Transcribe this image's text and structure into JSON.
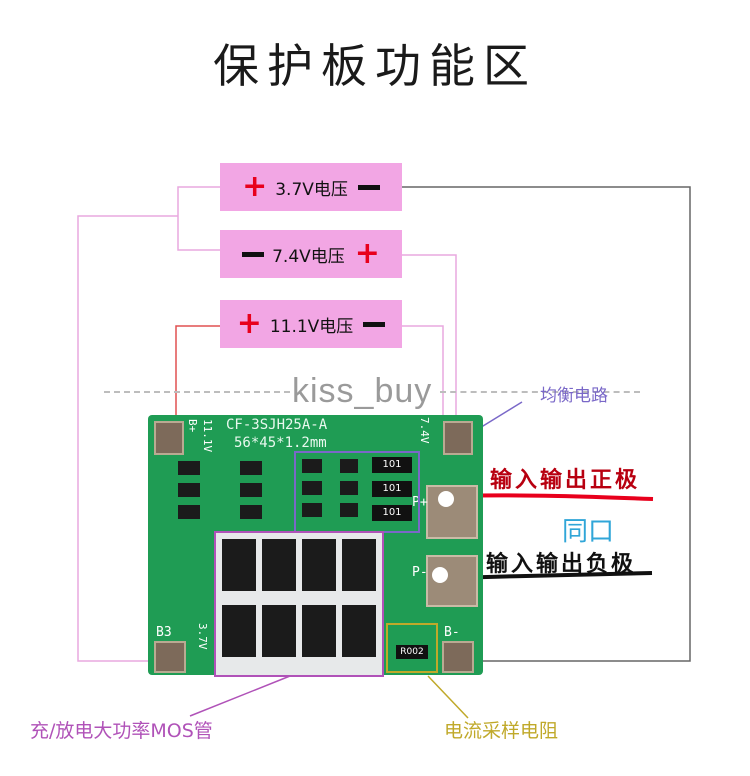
{
  "title": "保护板功能区",
  "voltage_boxes": [
    {
      "left_sign": "+",
      "text": "3.7V电压",
      "right_sign": "−"
    },
    {
      "left_sign": "−",
      "text": "7.4V电压",
      "right_sign": "+"
    },
    {
      "left_sign": "+",
      "text": "11.1V电压",
      "right_sign": "−"
    }
  ],
  "watermark": "kiss_buy",
  "pcb": {
    "model": "CF-3SJH25A-A",
    "size": "56*45*1.2mm",
    "pads": {
      "b_plus": "B+",
      "b1": "11.1V",
      "b2": "7.4V",
      "b3": "B3",
      "b3v": "3.7V",
      "p_plus": "P+",
      "p_minus": "P-",
      "b_minus": "B-"
    },
    "resistors": [
      "101",
      "101",
      "101"
    ],
    "shunt": "R002"
  },
  "labels": {
    "balance": "均衡电路",
    "positive": "输入输出正极",
    "same_port": "同口",
    "negative": "输入输出负极",
    "mos": "充/放电大功率MOS管",
    "shunt": "电流采样电阻"
  },
  "colors": {
    "pink_box": "#f2a6e4",
    "pcb": "#1f9c54",
    "plus": "#e8001c",
    "balance": "#7a68c8",
    "same_port": "#30a6d8",
    "mos": "#b052b8",
    "shunt": "#c0a92a"
  }
}
